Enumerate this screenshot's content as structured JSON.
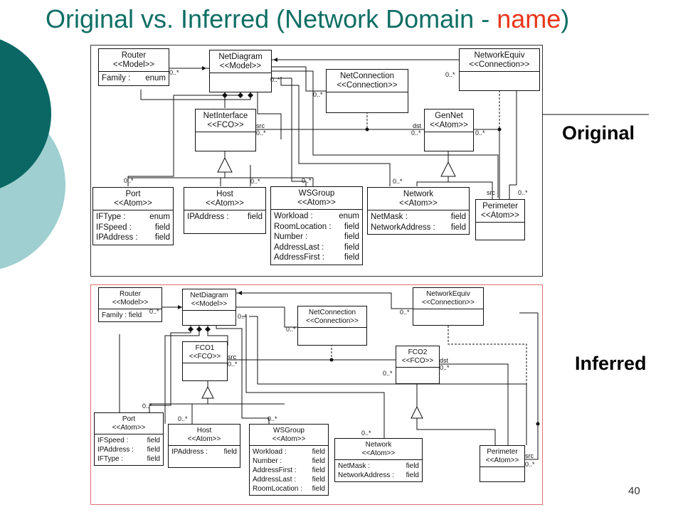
{
  "title": {
    "main": "Original vs. Inferred (Network Domain - ",
    "highlight": "name",
    "close": ")"
  },
  "labels": {
    "original": "Original",
    "inferred": "Inferred"
  },
  "page_number": "40",
  "colors": {
    "title": "#0e6e64",
    "highlight": "#e8351b",
    "decor_dark": "#0a6764",
    "decor_light": "#9fcfd0",
    "inferred_border": "#e07070"
  },
  "original": {
    "router": {
      "name": "Router",
      "stereotype": "<<Model>>",
      "attrs": [
        [
          "Family :",
          "enum"
        ]
      ]
    },
    "netdiagram": {
      "name": "NetDiagram",
      "stereotype": "<<Model>>"
    },
    "netconnection": {
      "name": "NetConnection",
      "stereotype": "<<Connection>>"
    },
    "networkequiv": {
      "name": "NetworkEquiv",
      "stereotype": "<<Connection>>"
    },
    "netinterface": {
      "name": "NetInterface",
      "stereotype": "<<FCO>>"
    },
    "gennet": {
      "name": "GenNet",
      "stereotype": "<<Atom>>"
    },
    "port": {
      "name": "Port",
      "stereotype": "<<Atom>>",
      "attrs": [
        [
          "IFType :",
          "enum"
        ],
        [
          "IFSpeed :",
          "field"
        ],
        [
          "IPAddress :",
          "field"
        ]
      ]
    },
    "host": {
      "name": "Host",
      "stereotype": "<<Atom>>",
      "attrs": [
        [
          "IPAddress :",
          "field"
        ]
      ]
    },
    "wsgroup": {
      "name": "WSGroup",
      "stereotype": "<<Atom>>",
      "attrs": [
        [
          "Workload :",
          "enum"
        ],
        [
          "RoomLocation :",
          "field"
        ],
        [
          "Number :",
          "field"
        ],
        [
          "AddressLast :",
          "field"
        ],
        [
          "AddressFirst :",
          "field"
        ]
      ]
    },
    "network": {
      "name": "Network",
      "stereotype": "<<Atom>>",
      "attrs": [
        [
          "NetMask :",
          "field"
        ],
        [
          "NetworkAddress :",
          "field"
        ]
      ]
    },
    "perimeter": {
      "name": "Perimeter",
      "stereotype": "<<Atom>>"
    },
    "mults": [
      "0..*",
      "0..*",
      "0..*",
      "0..*",
      "0..*",
      "0..*",
      "0..*",
      "0..*",
      "0..*",
      "0..*",
      "0..*",
      "0..*"
    ],
    "roles": [
      "src",
      "dst",
      "src"
    ]
  },
  "inferred": {
    "router": {
      "name": "Router",
      "stereotype": "<<Model>>",
      "attrs": [
        [
          "Family :",
          "field"
        ]
      ]
    },
    "netdiagram": {
      "name": "NetDiagram",
      "stereotype": "<<Model>>"
    },
    "netconnection": {
      "name": "NetConnection",
      "stereotype": "<<Connection>>"
    },
    "networkequiv": {
      "name": "NetworkEquiv",
      "stereotype": "<<Connection>>"
    },
    "fco1": {
      "name": "FCO1",
      "stereotype": "<<FCO>>"
    },
    "fco2": {
      "name": "FCO2",
      "stereotype": "<<FCO>>"
    },
    "port": {
      "name": "Port",
      "stereotype": "<<Atom>>",
      "attrs": [
        [
          "IFSpeed :",
          "field"
        ],
        [
          "IPAddress :",
          "field"
        ],
        [
          "IFType :",
          "field"
        ]
      ]
    },
    "host": {
      "name": "Host",
      "stereotype": "<<Atom>>",
      "attrs": [
        [
          "IPAddress :",
          "field"
        ]
      ]
    },
    "wsgroup": {
      "name": "WSGroup",
      "stereotype": "<<Atom>>",
      "attrs": [
        [
          "Workload :",
          "field"
        ],
        [
          "Number :",
          "field"
        ],
        [
          "AddressFirst :",
          "field"
        ],
        [
          "AddressLast :",
          "field"
        ],
        [
          "RoomLocation :",
          "field"
        ]
      ]
    },
    "network": {
      "name": "Network",
      "stereotype": "<<Atom>>",
      "attrs": [
        [
          "NetMask :",
          "field"
        ],
        [
          "NetworkAddress :",
          "field"
        ]
      ]
    },
    "perimeter": {
      "name": "Perimeter",
      "stereotype": "<<Atom>>"
    },
    "mults": [
      "0..*",
      "0..*",
      "0..*",
      "0..*",
      "0..*",
      "0..*",
      "0..*",
      "0..*",
      "0..*",
      "0..*",
      "0..*",
      "0..*"
    ],
    "roles": [
      "src",
      "dst",
      "src"
    ]
  }
}
